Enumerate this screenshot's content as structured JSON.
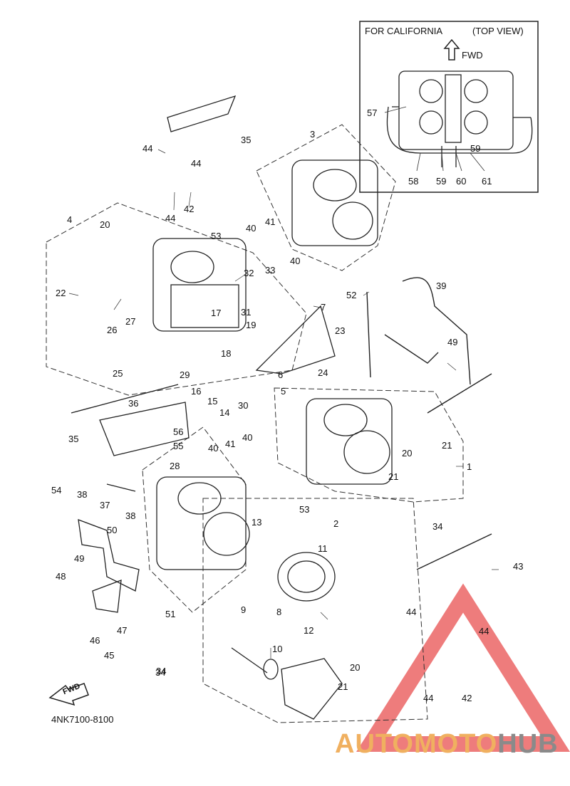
{
  "inset": {
    "title_left": "FOR CALIFORNIA",
    "title_right": "(TOP VIEW)",
    "fwd_label": "FWD",
    "callouts": [
      "57",
      "59",
      "58",
      "59",
      "60",
      "61"
    ]
  },
  "fwd_badge": "FWD",
  "part_number": "4NK7100-8100",
  "watermark": {
    "part1": "AUTO",
    "part2": "MOTO",
    "part3": "HUB",
    "colors": {
      "triangle": "#e85050",
      "orange": "#f0b060",
      "gray": "#8a8a8a"
    }
  },
  "callouts": [
    "44",
    "44",
    "44",
    "35",
    "3",
    "42",
    "4",
    "20",
    "53",
    "40",
    "41",
    "40",
    "22",
    "26",
    "27",
    "32",
    "33",
    "31",
    "7",
    "17",
    "19",
    "23",
    "52",
    "39",
    "18",
    "29",
    "25",
    "6",
    "24",
    "16",
    "15",
    "14",
    "30",
    "5",
    "49",
    "36",
    "35",
    "56",
    "55",
    "40",
    "41",
    "40",
    "28",
    "21",
    "20",
    "21",
    "1",
    "54",
    "38",
    "37",
    "38",
    "53",
    "34",
    "50",
    "13",
    "2",
    "11",
    "34",
    "43",
    "49",
    "48",
    "9",
    "8",
    "12",
    "44",
    "44",
    "51",
    "47",
    "46",
    "45",
    "34",
    "10",
    "20",
    "21",
    "44",
    "42"
  ]
}
